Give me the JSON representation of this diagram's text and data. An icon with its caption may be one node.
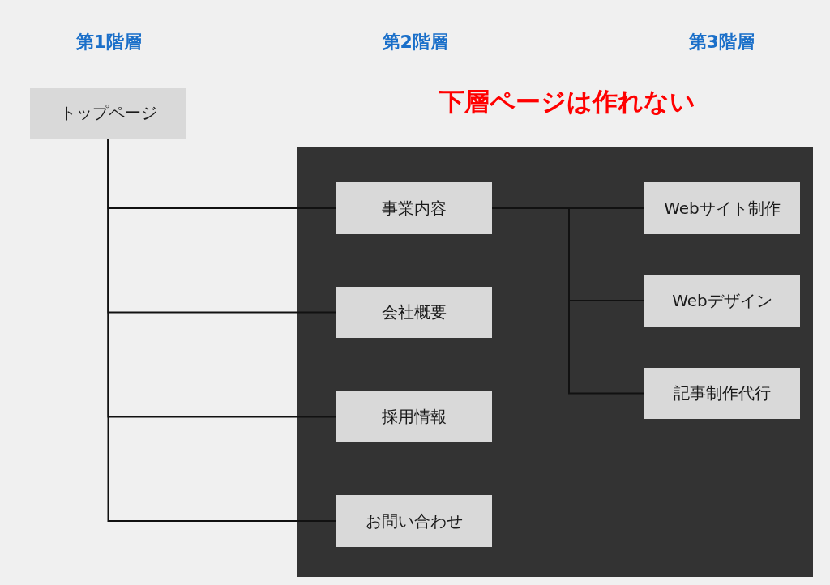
{
  "diagram": {
    "nodes": [
      {
        "text": [
          "トップページ"
        ]
      },
      {
        "text": [
          "下層ページは作れない"
        ]
      },
      {
        "text": [
          "事業内容"
        ],
        "in": 1
      },
      {
        "text": [
          "会社概要"
        ],
        "in": 1
      },
      {
        "text": [
          "採用情報"
        ],
        "in": 1
      },
      {
        "text": [
          "お問い合わせ"
        ],
        "in": 1
      },
      {
        "text": [
          "Webサイト制作"
        ],
        "in": 1
      },
      {
        "text": [
          "Webデザイン"
        ],
        "in": 1
      },
      {
        "text": [
          "記事制作代行"
        ],
        "in": 1
      }
    ],
    "edges": [
      {
        "from": 0,
        "to": 2,
        "arrow": "none"
      },
      {
        "from": 0,
        "to": 3,
        "arrow": "none"
      },
      {
        "from": 0,
        "to": 4,
        "arrow": "none"
      },
      {
        "from": 0,
        "to": 5,
        "arrow": "none"
      },
      {
        "from": 2,
        "to": 6,
        "arrow": "none"
      },
      {
        "from": 2,
        "to": 7,
        "arrow": "none"
      },
      {
        "from": 2,
        "to": 8,
        "arrow": "none"
      }
    ],
    "labels": [
      "第1階層",
      "第2階層",
      "第3階層"
    ]
  }
}
